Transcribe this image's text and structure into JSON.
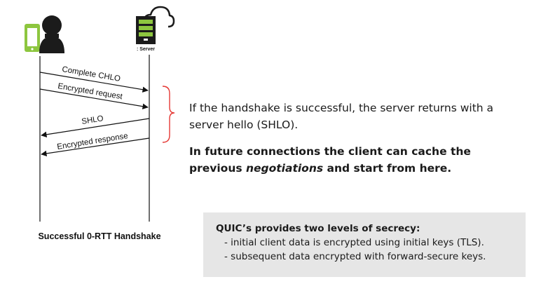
{
  "diagram": {
    "server_label": ": Server",
    "caption": "Successful 0-RTT Handshake",
    "messages": [
      {
        "label": "Complete CHLO",
        "direction": "client-to-server"
      },
      {
        "label": "Encrypted request",
        "direction": "client-to-server"
      },
      {
        "label": "SHLO",
        "direction": "server-to-client"
      },
      {
        "label": "Encrypted response",
        "direction": "server-to-client"
      }
    ]
  },
  "explanation": {
    "success_text": "If the handshake is successful, the server returns with a server hello (SHLO).",
    "future_prefix": "In future connections the client can cache the previous ",
    "future_emphasis": "negotiations",
    "future_suffix": " and start from here."
  },
  "secrecy_box": {
    "title": "QUIC’s provides two levels of secrecy:",
    "items": [
      "- initial client data is encrypted using initial keys (TLS).",
      "- subsequent data encrypted with forward-secure keys."
    ]
  },
  "colors": {
    "phone_green": "#8dc63f",
    "server_green": "#8dc63f",
    "bracket_red": "#e53935",
    "box_gray": "#e6e6e6",
    "line_black": "#111111"
  }
}
